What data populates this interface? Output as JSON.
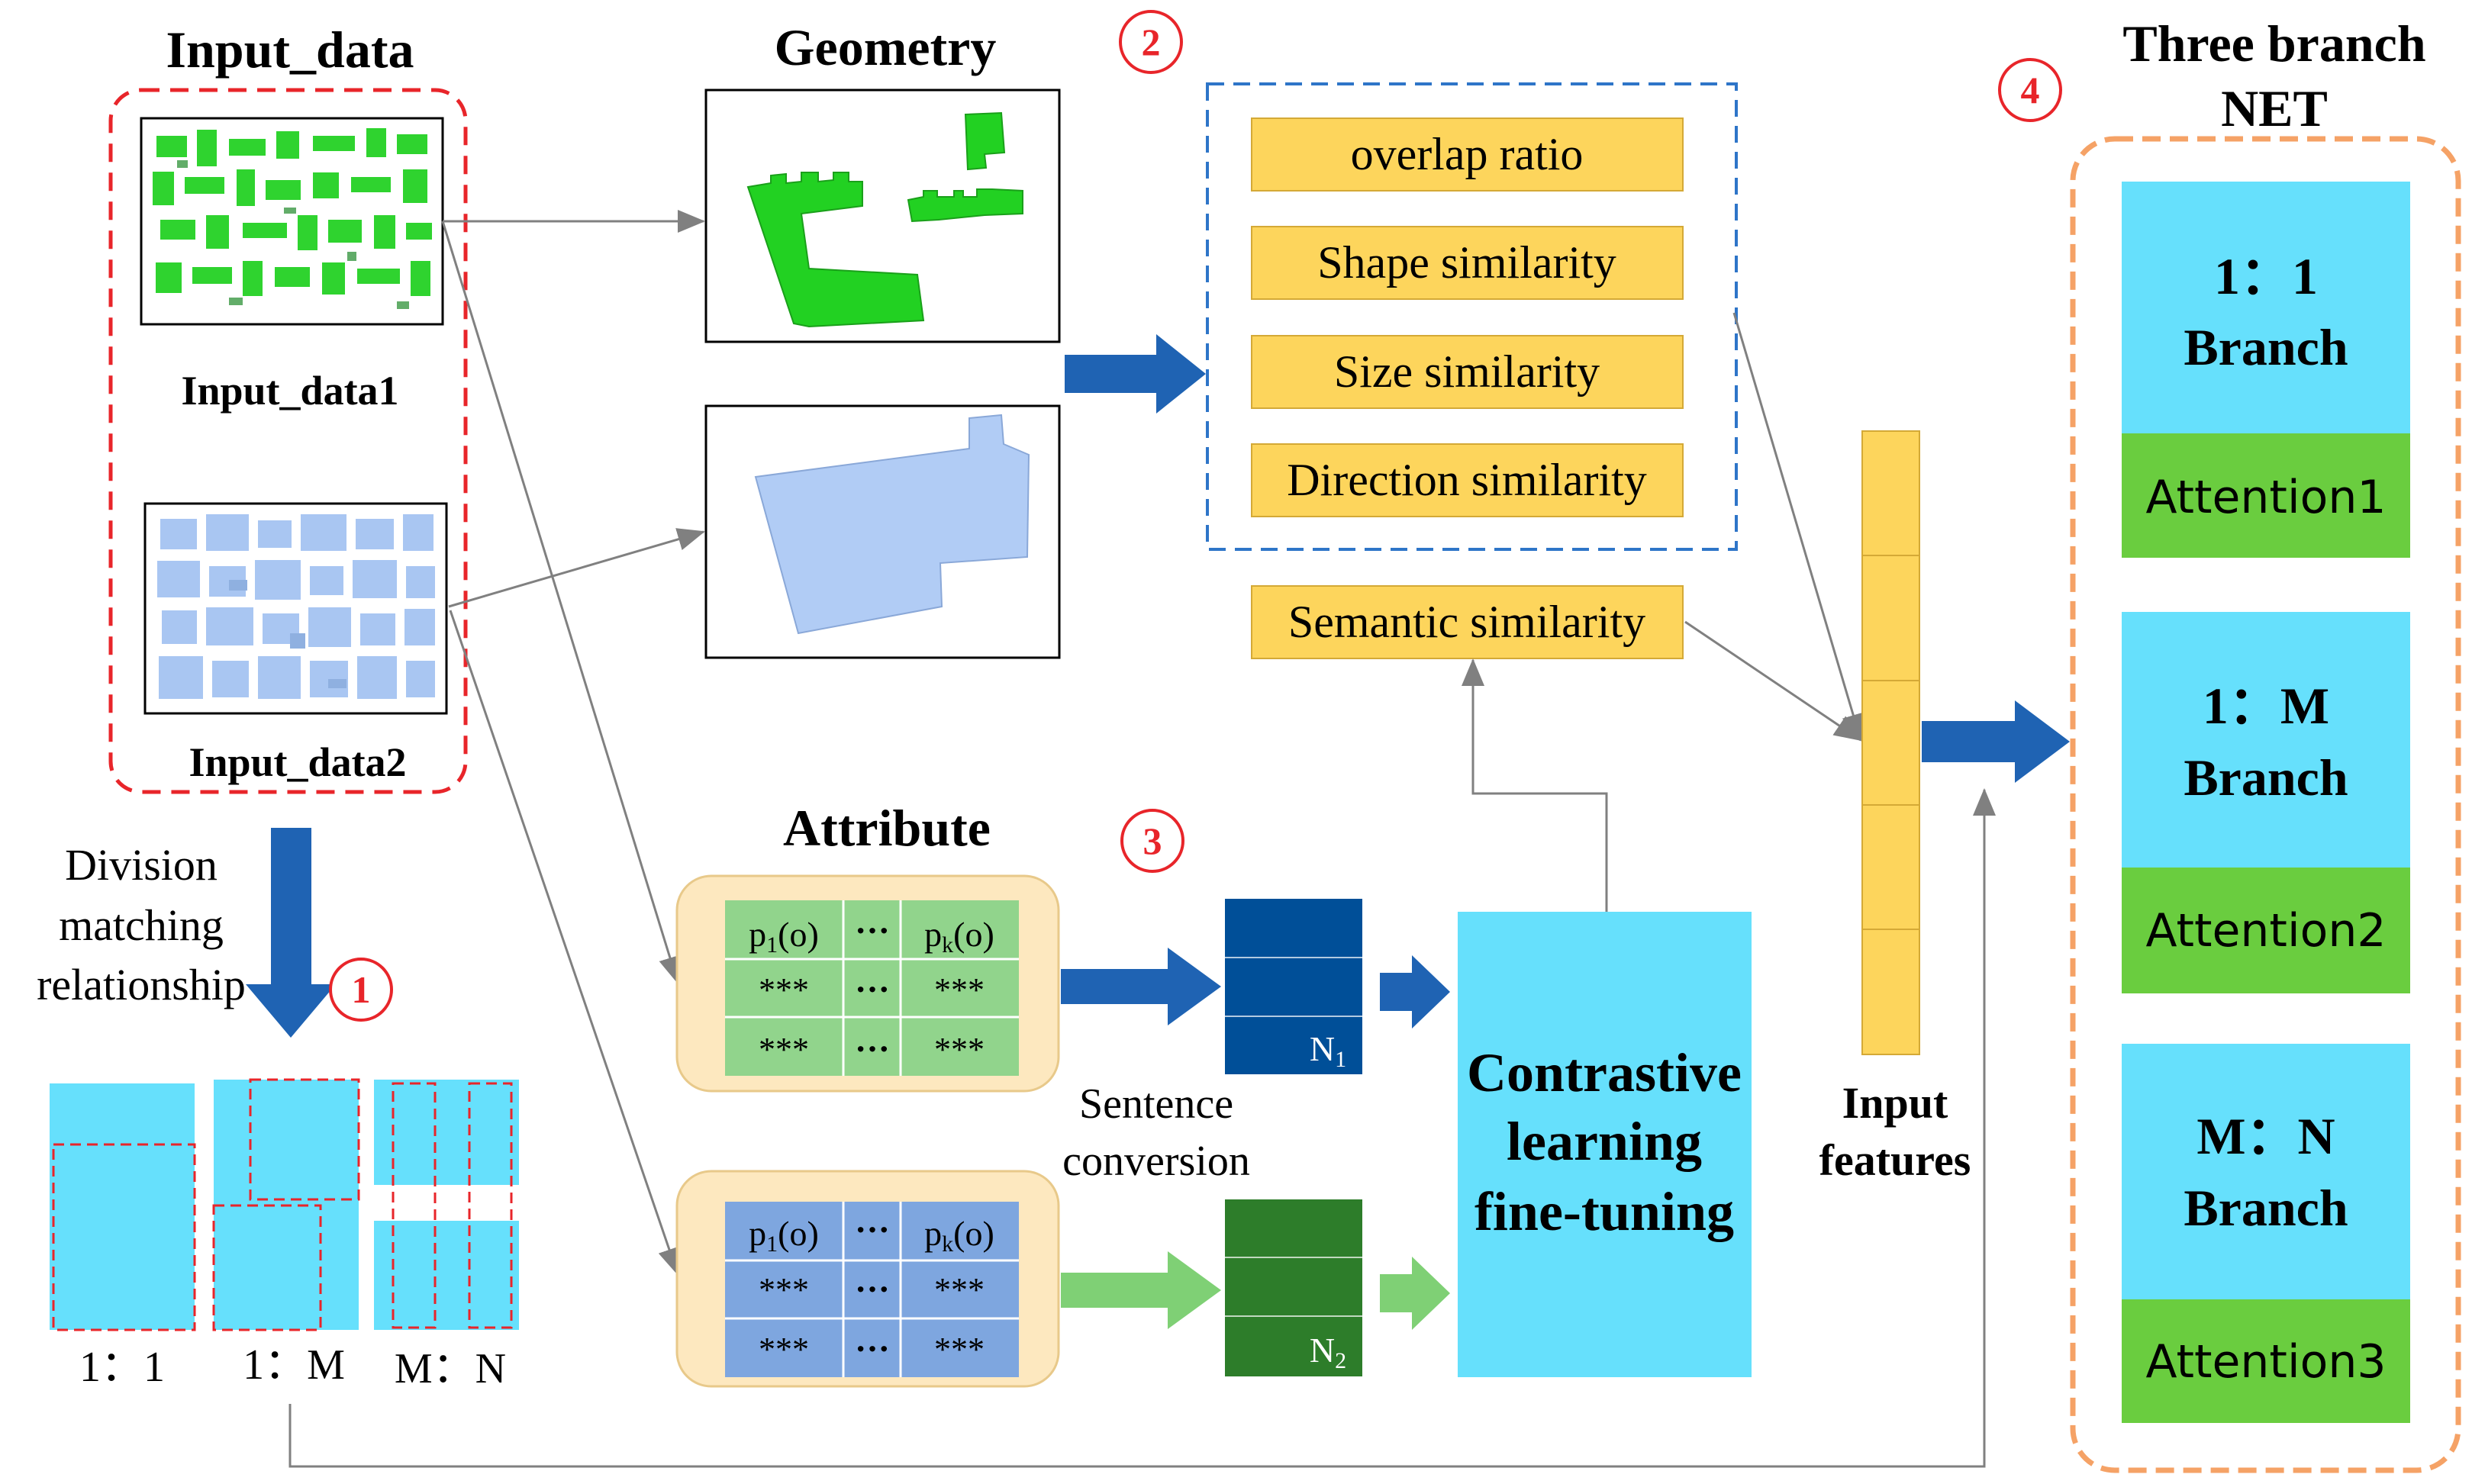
{
  "input": {
    "title": "Input_data",
    "data1_label": "Input_data1",
    "data2_label": "Input_data2"
  },
  "geometry": {
    "title": "Geometry"
  },
  "similarity": {
    "overlap": "overlap ratio",
    "shape": "Shape similarity",
    "size": "Size similarity",
    "direction": "Direction similarity",
    "semantic": "Semantic similarity"
  },
  "division": {
    "line1": "Division",
    "line2": "matching",
    "line3": "relationship",
    "types": [
      "1：1",
      "1：M",
      "M：N"
    ]
  },
  "attribute": {
    "title": "Attribute",
    "cell_p1_base": "p",
    "cell_p1_sub": "1",
    "cell_pk_sub": "k",
    "cell_paren": "(o)",
    "ellipsis": "···",
    "stars": "***",
    "n1_base": "N",
    "n1_sub": "1",
    "n2_base": "N",
    "n2_sub": "2",
    "sentence_line1": "Sentence",
    "sentence_line2": "conversion"
  },
  "contrastive": {
    "line1": "Contrastive",
    "line2": "learning",
    "line3": "fine-tuning"
  },
  "features": {
    "line1": "Input",
    "line2": "features"
  },
  "net": {
    "title_line1": "Three branch",
    "title_line2": "NET",
    "branches": [
      {
        "ratio": "1：1",
        "label": "Branch",
        "attention": "Attention1"
      },
      {
        "ratio": "1：M",
        "label": "Branch",
        "attention": "Attention2"
      },
      {
        "ratio": "M：N",
        "label": "Branch",
        "attention": "Attention3"
      }
    ]
  },
  "steps": [
    "1",
    "2",
    "3",
    "4"
  ],
  "colors": {
    "red": "#e8252a",
    "blue_arrow": "#1f63b3",
    "yellow": "#fdd55c",
    "cyan": "#66e0fc",
    "green": "#6acd3f",
    "orange": "#f5a266",
    "dark_blue": "#004f98",
    "dark_green": "#2d7d2a",
    "light_green_arrow": "#7fd075",
    "attr_bg": "#fde8bf",
    "attr_table_green": "#91d48c",
    "attr_table_blue": "#7ea6df"
  }
}
